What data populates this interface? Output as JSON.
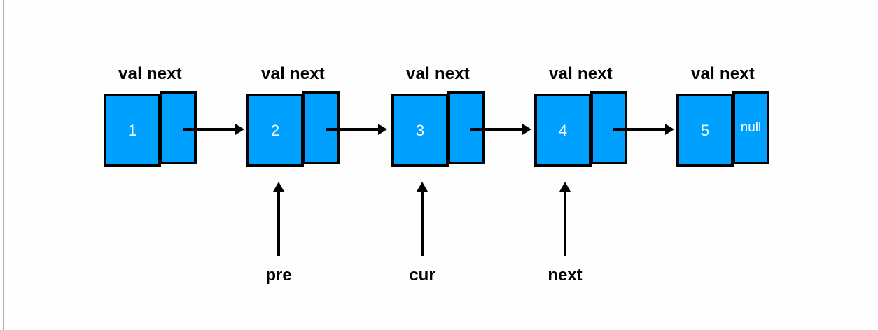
{
  "diagram": {
    "title": "singly-linked-list-pointer-traversal",
    "background_color": "#fefefe",
    "node_fill_color": "#00a0ff",
    "node_border_color": "#000000",
    "text_color": "#000000",
    "node_text_color": "#ffffff",
    "cell_caption": "val next",
    "nodes": [
      {
        "value": "1",
        "next_text": "",
        "caption": "val next"
      },
      {
        "value": "2",
        "next_text": "",
        "caption": "val next"
      },
      {
        "value": "3",
        "next_text": "",
        "caption": "val next"
      },
      {
        "value": "4",
        "next_text": "",
        "caption": "val next"
      },
      {
        "value": "5",
        "next_text": "null",
        "caption": "val next"
      }
    ],
    "pointers": [
      {
        "label": "pre",
        "target_value": "2"
      },
      {
        "label": "cur",
        "target_value": "3"
      },
      {
        "label": "next",
        "target_value": "4"
      }
    ]
  }
}
